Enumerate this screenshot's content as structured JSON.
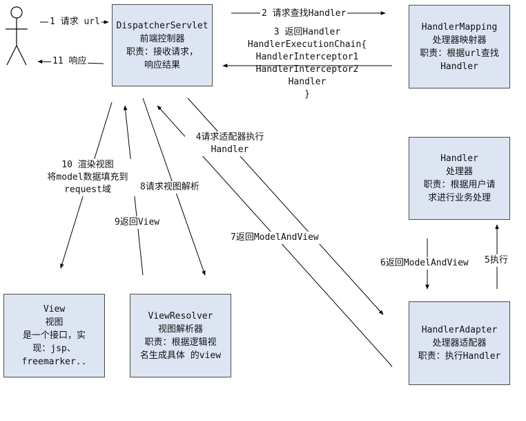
{
  "nodes": {
    "dispatcher": {
      "lines": [
        "DispatcherServlet",
        "前端控制器",
        "职责：接收请求，",
        "响应结果"
      ]
    },
    "handler_mapping": {
      "lines": [
        "HandlerMapping",
        "处理器映射器",
        "职责：根据url查找",
        "Handler"
      ]
    },
    "handler": {
      "lines": [
        "Handler",
        "处理器",
        "职责：根据用户请",
        "求进行业务处理"
      ]
    },
    "handler_adapter": {
      "lines": [
        "HandlerAdapter",
        "处理器适配器",
        "职责：执行Handler"
      ]
    },
    "view_resolver": {
      "lines": [
        "ViewResolver",
        "视图解析器",
        "职责：根据逻辑视",
        "名生成具体 的view"
      ]
    },
    "view": {
      "lines": [
        "View",
        "视图",
        "是一个接口，实",
        "现：jsp、",
        "freemarker.."
      ]
    }
  },
  "edges": {
    "step1": "1 请求 url",
    "step11": "11 响应",
    "step2": "2 请求查找Handler",
    "step3": [
      "3 返回Handler",
      "HandlerExecutionChain{",
      "HandlerInterceptor1",
      "HandlerInterceptor2",
      "Handler",
      "}"
    ],
    "step4": [
      "4请求适配器执行",
      "Handler"
    ],
    "step5": "5执行",
    "step6": "6返回ModelAndView",
    "step7": "7返回ModelAndView",
    "step8": "8请求视图解析",
    "step9": "9返回View",
    "step10": [
      "10 渲染视图",
      "将model数据填充到",
      "request域"
    ]
  },
  "colors": {
    "box_fill": "#dde5f3",
    "border": "#4a4a4a",
    "line": "#000000"
  }
}
